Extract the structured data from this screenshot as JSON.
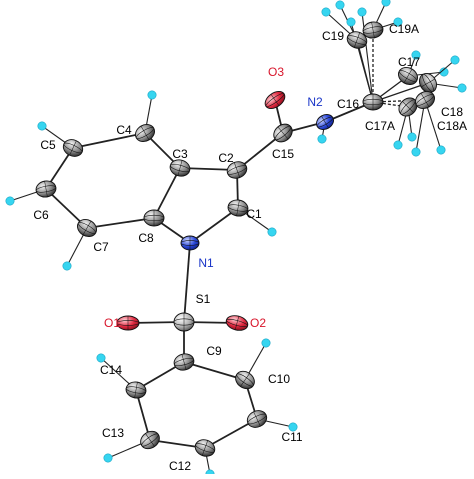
{
  "diagram": {
    "type": "ortep-molecular-structure",
    "colors": {
      "carbon": "#4a4a4a",
      "hydrogen": "#36d5f0",
      "nitrogen": "#1e3ad0",
      "oxygen": "#e3223c",
      "sulfur": "#a8a8a8",
      "bond": "#222222",
      "label_c": "#000000",
      "label_n": "#1a36c8",
      "label_o": "#d8152b",
      "label_s": "#000000"
    },
    "atoms": [
      {
        "id": "C1",
        "label": "C1",
        "element": "C"
      },
      {
        "id": "C2",
        "label": "C2",
        "element": "C"
      },
      {
        "id": "C3",
        "label": "C3",
        "element": "C"
      },
      {
        "id": "C4",
        "label": "C4",
        "element": "C"
      },
      {
        "id": "C5",
        "label": "C5",
        "element": "C"
      },
      {
        "id": "C6",
        "label": "C6",
        "element": "C"
      },
      {
        "id": "C7",
        "label": "C7",
        "element": "C"
      },
      {
        "id": "C8",
        "label": "C8",
        "element": "C"
      },
      {
        "id": "C9",
        "label": "C9",
        "element": "C"
      },
      {
        "id": "C10",
        "label": "C10",
        "element": "C"
      },
      {
        "id": "C11",
        "label": "C11",
        "element": "C"
      },
      {
        "id": "C12",
        "label": "C12",
        "element": "C"
      },
      {
        "id": "C13",
        "label": "C13",
        "element": "C"
      },
      {
        "id": "C14",
        "label": "C14",
        "element": "C"
      },
      {
        "id": "C15",
        "label": "C15",
        "element": "C"
      },
      {
        "id": "C16",
        "label": "C16",
        "element": "C"
      },
      {
        "id": "C17",
        "label": "C17",
        "element": "C"
      },
      {
        "id": "C17A",
        "label": "C17A",
        "element": "C"
      },
      {
        "id": "C18",
        "label": "C18",
        "element": "C"
      },
      {
        "id": "C18A",
        "label": "C18A",
        "element": "C"
      },
      {
        "id": "C19",
        "label": "C19",
        "element": "C"
      },
      {
        "id": "C19A",
        "label": "C19A",
        "element": "C"
      },
      {
        "id": "N1",
        "label": "N1",
        "element": "N"
      },
      {
        "id": "N2",
        "label": "N2",
        "element": "N"
      },
      {
        "id": "O1",
        "label": "O1",
        "element": "O"
      },
      {
        "id": "O2",
        "label": "O2",
        "element": "O"
      },
      {
        "id": "O3",
        "label": "O3",
        "element": "O"
      },
      {
        "id": "S1",
        "label": "S1",
        "element": "S"
      }
    ],
    "bonds": [
      [
        "C1",
        "C2"
      ],
      [
        "C2",
        "C3"
      ],
      [
        "C3",
        "C8"
      ],
      [
        "C8",
        "N1"
      ],
      [
        "N1",
        "C1"
      ],
      [
        "C3",
        "C4"
      ],
      [
        "C4",
        "C5"
      ],
      [
        "C5",
        "C6"
      ],
      [
        "C6",
        "C7"
      ],
      [
        "C7",
        "C8"
      ],
      [
        "C2",
        "C15"
      ],
      [
        "C15",
        "O3"
      ],
      [
        "C15",
        "N2"
      ],
      [
        "N2",
        "C16"
      ],
      [
        "C16",
        "C17"
      ],
      [
        "C16",
        "C17A"
      ],
      [
        "C16",
        "C18"
      ],
      [
        "C16",
        "C18A"
      ],
      [
        "C16",
        "C19"
      ],
      [
        "C16",
        "C19A"
      ],
      [
        "N1",
        "S1"
      ],
      [
        "S1",
        "O1"
      ],
      [
        "S1",
        "O2"
      ],
      [
        "S1",
        "C9"
      ],
      [
        "C9",
        "C10"
      ],
      [
        "C10",
        "C11"
      ],
      [
        "C11",
        "C12"
      ],
      [
        "C12",
        "C13"
      ],
      [
        "C13",
        "C14"
      ],
      [
        "C14",
        "C9"
      ]
    ]
  }
}
